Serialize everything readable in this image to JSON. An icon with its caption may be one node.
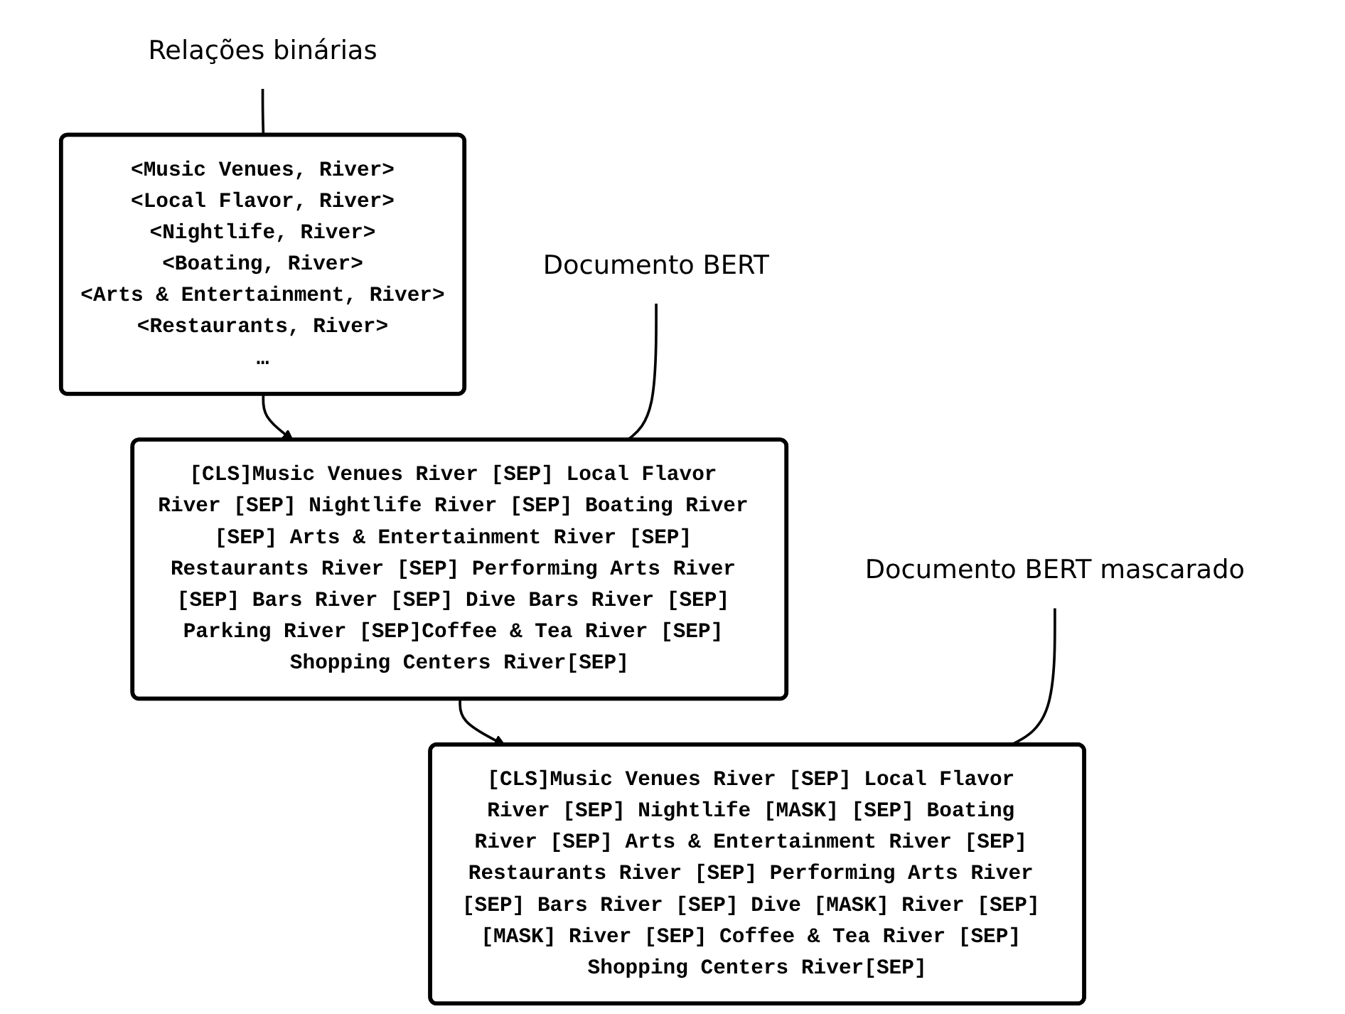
{
  "diagram": {
    "nodes": [
      {
        "text": [
          "Relações binárias"
        ]
      },
      {
        "text": [
          "<Music Venues, River>",
          "<Local Flavor, River>",
          "<Nightlife, River>",
          "<Boating, River>",
          "<Arts & Entertainment, River>",
          "<Restaurants, River>",
          "…"
        ]
      },
      {
        "text": [
          "Documento BERT"
        ]
      },
      {
        "text": [
          "[CLS]Music Venues River [SEP] Local Flavor River [SEP] Nightlife River [SEP] Boating River [SEP] Arts & Entertainment River [SEP] Restaurants River [SEP] Performing Arts River [SEP] Bars River [SEP] Dive Bars River [SEP] Parking River [SEP]Coffee & Tea River [SEP] Shopping Centers River[SEP]"
        ]
      },
      {
        "text": [
          "Documento BERT mascarado"
        ]
      },
      {
        "text": [
          "[CLS]Music Venues River [SEP] Local Flavor River [SEP] Nightlife [MASK] [SEP] Boating River [SEP] Arts & Entertainment River [SEP] Restaurants River [SEP] Performing Arts River [SEP] Bars River [SEP] Dive [MASK] River [SEP] [MASK] River [SEP] Coffee & Tea River [SEP] Shopping Centers River[SEP]"
        ]
      }
    ],
    "edges": [
      {
        "from": 0,
        "to": 1,
        "arrow": "none"
      },
      {
        "from": 1,
        "to": 3,
        "arrow": "to"
      },
      {
        "from": 2,
        "to": 3,
        "arrow": "none"
      },
      {
        "from": 3,
        "to": 5,
        "arrow": "to"
      },
      {
        "from": 4,
        "to": 5,
        "arrow": "none"
      }
    ]
  }
}
